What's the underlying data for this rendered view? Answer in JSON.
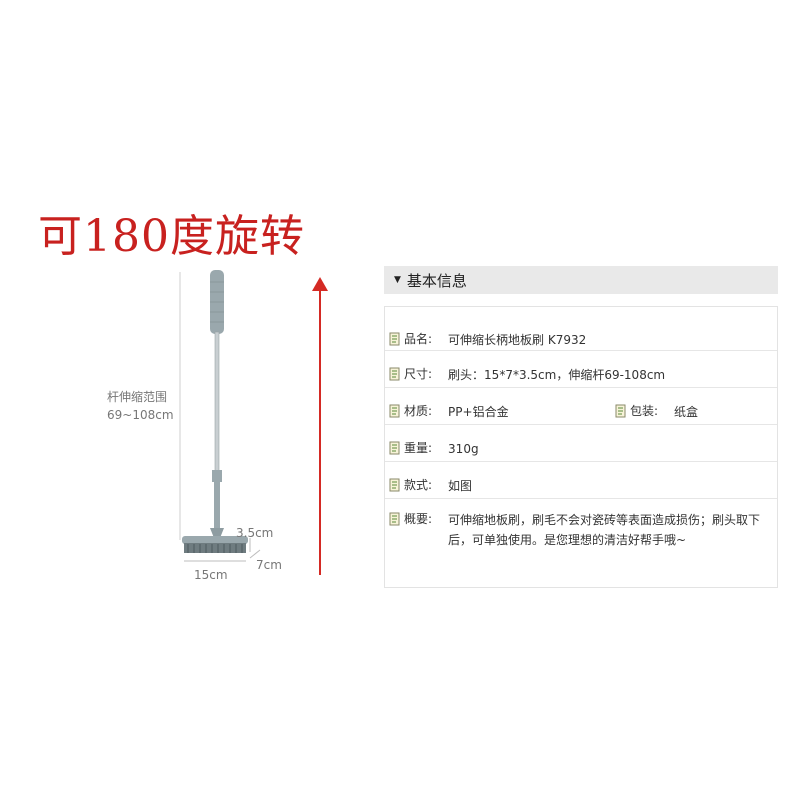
{
  "headline": "可180度旋转",
  "product_image": {
    "range_label_line1": "杆伸缩范围",
    "range_label_line2": "69~108cm",
    "dim_height": "3.5cm",
    "dim_width": "15cm",
    "dim_depth": "7cm"
  },
  "info": {
    "header": "基本信息",
    "rows": [
      {
        "label": "品名:",
        "value": "可伸缩长柄地板刷 K7932"
      },
      {
        "label": "尺寸:",
        "value": "刷头：15*7*3.5cm，伸缩杆69-108cm"
      },
      {
        "label": "材质:",
        "value": "PP+铝合金",
        "label2": "包装:",
        "value2": "纸盒"
      },
      {
        "label": "重量:",
        "value": "310g"
      },
      {
        "label": "款式:",
        "value": "如图"
      },
      {
        "label": "概要:",
        "value": "可伸缩地板刷，刷毛不会对瓷砖等表面造成损伤；刷头取下后，可单独使用。是您理想的清洁好帮手哦~"
      }
    ]
  },
  "colors": {
    "headline": "#c8211f",
    "arrow": "#d42a24",
    "header_bg": "#e9e9e9",
    "brush": "#9aa8ad"
  }
}
